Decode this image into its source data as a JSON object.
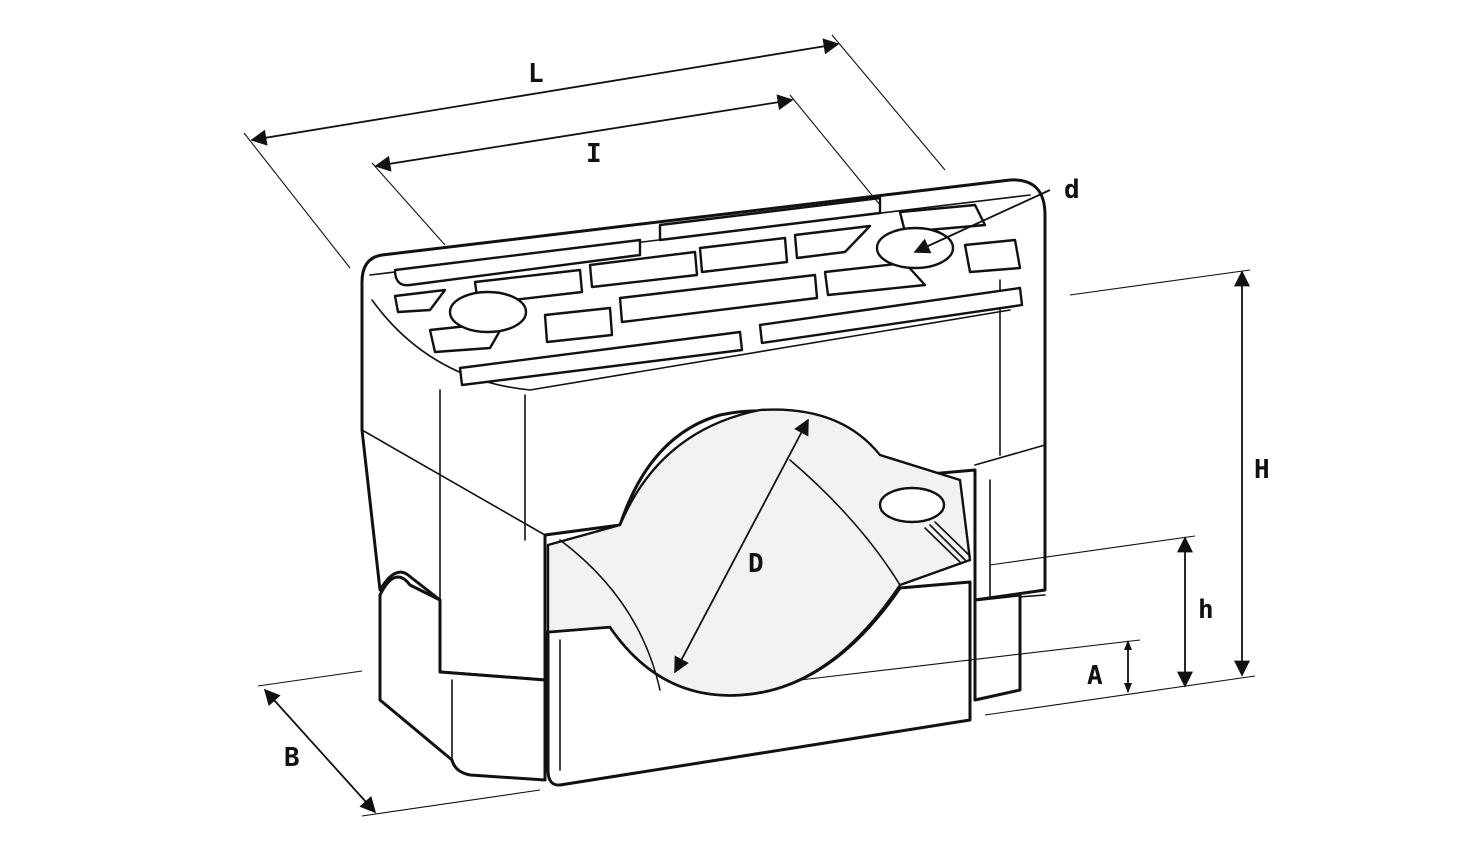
{
  "labels": {
    "L": "L",
    "I": "I",
    "d": "d",
    "H": "H",
    "h": "h",
    "A": "A",
    "D": "D",
    "B": "B"
  },
  "colors": {
    "line": "#111111",
    "background": "#ffffff"
  }
}
